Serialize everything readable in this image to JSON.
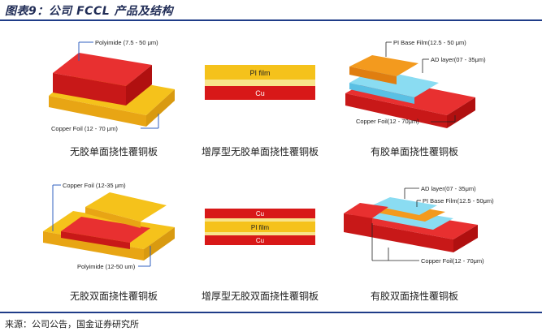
{
  "title": "图表9：公司 FCCL 产品及结构",
  "source": "来源：公司公告，国金证券研究所",
  "panels": [
    {
      "caption": "无胶单面挠性覆铜板",
      "labels": {
        "top": "Polyimide (7.5 - 50 μm)",
        "bottom": "Copper Foil (12 - 70 μm)"
      }
    },
    {
      "caption": "增厚型无胶单面挠性覆铜板",
      "labels": {
        "pi": "PI film",
        "cu": "Cu"
      }
    },
    {
      "caption": "有胶单面挠性覆铜板",
      "labels": {
        "pi": "PI Base Film(12.5 - 50 μm)",
        "ad": "AD layer(07 - 35μm)",
        "cu": "Copper Foil(12 - 70μm)"
      }
    },
    {
      "caption": "无胶双面挠性覆铜板",
      "labels": {
        "cu": "Copper  Foil (12-35 μm)",
        "pi": "Polyimide (12-50 um)"
      }
    },
    {
      "caption": "增厚型无胶双面挠性覆铜板",
      "labels": {
        "cu_top": "Cu",
        "pi": "PI film",
        "cu_bottom": "Cu"
      }
    },
    {
      "caption": "有胶双面挠性覆铜板",
      "labels": {
        "ad": "AD layer(07 - 35μm)",
        "pi": "PI Base Film(12.5 - 50μm)",
        "cu": "Copper Foil(12 - 70μm)"
      }
    }
  ],
  "colors": {
    "red": "#e02020",
    "yellow": "#f5c21b",
    "orange": "#f39a1e",
    "cyan": "#6fd0ee",
    "rule": "#1f3c88"
  }
}
